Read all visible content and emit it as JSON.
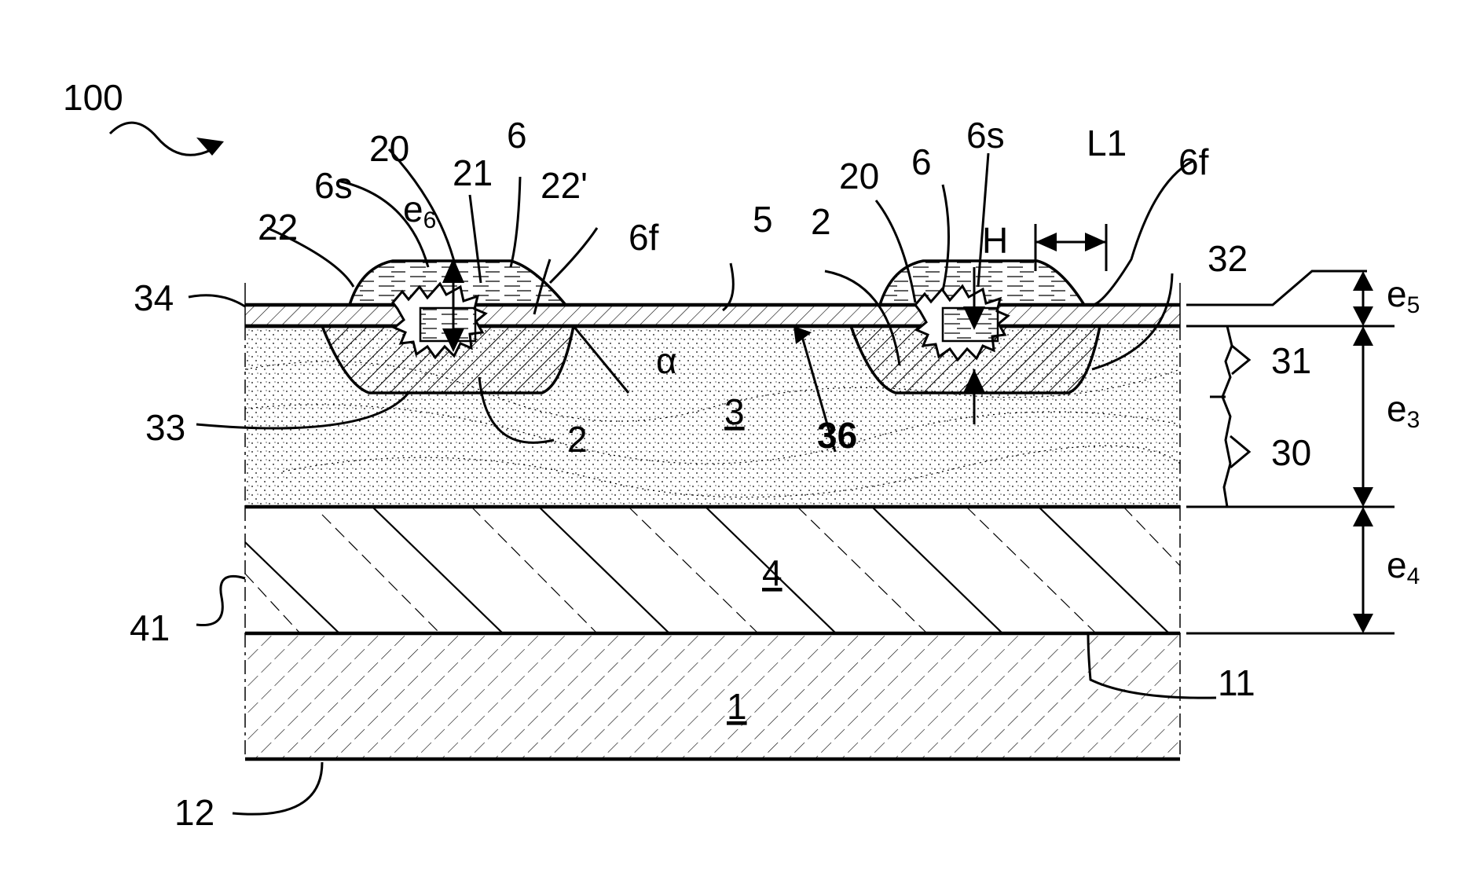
{
  "figure": {
    "ref_assembly": "100",
    "labels": {
      "l_6s_left": "6s",
      "l_20_left": "20",
      "l_21": "21",
      "l_6_left": "6",
      "l_22prime": "22'",
      "l_22": "22",
      "l_6f_left": "6f",
      "l_34": "34",
      "l_5": "5",
      "l_2_top": "2",
      "l_20_right": "20",
      "l_6_right": "6",
      "l_6s_right": "6s",
      "l_L1": "L1",
      "l_6f_right": "6f",
      "l_H": "H",
      "l_32": "32",
      "l_alpha": "α",
      "l_31": "31",
      "l_30": "30",
      "l_33": "33",
      "l_2_bottom": "2",
      "l_3": "3",
      "l_36": "36",
      "l_4": "4",
      "l_41": "41",
      "l_1": "1",
      "l_11": "11",
      "l_12": "12"
    },
    "dims": {
      "e6_main": "e",
      "e6_sub": "6",
      "e5_main": "e",
      "e5_sub": "5",
      "e3_main": "e",
      "e3_sub": "3",
      "e4_main": "e",
      "e4_sub": "4"
    }
  }
}
